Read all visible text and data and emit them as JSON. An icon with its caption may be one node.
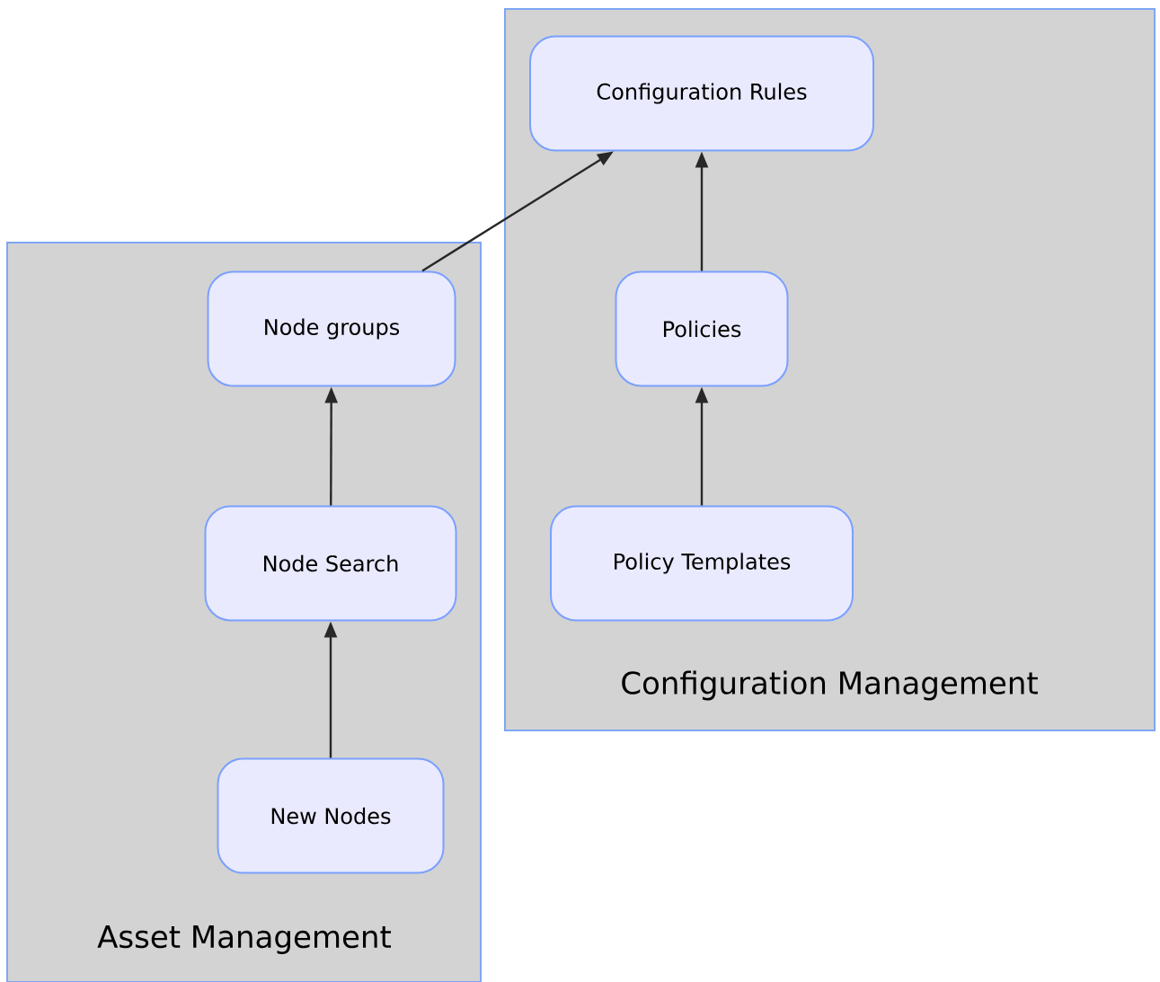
{
  "diagram": {
    "nodes": [
      {
        "text": [
          "Asset Management"
        ]
      },
      {
        "text": [
          "Node groups"
        ],
        "in": 0
      },
      {
        "text": [
          "Node Search"
        ],
        "in": 0
      },
      {
        "text": [
          "New Nodes"
        ],
        "in": 0
      },
      {
        "text": [
          "Configuration Management"
        ]
      },
      {
        "text": [
          "Configuration Rules"
        ],
        "in": 4
      },
      {
        "text": [
          "Policies"
        ],
        "in": 4
      },
      {
        "text": [
          "Policy Templates"
        ],
        "in": 4
      }
    ],
    "edges": [
      {
        "from": 3,
        "to": 2,
        "arrow": "to"
      },
      {
        "from": 2,
        "to": 1,
        "arrow": "to"
      },
      {
        "from": 1,
        "to": 5,
        "arrow": "to"
      },
      {
        "from": 7,
        "to": 6,
        "arrow": "to"
      },
      {
        "from": 6,
        "to": 5,
        "arrow": "to"
      }
    ]
  }
}
